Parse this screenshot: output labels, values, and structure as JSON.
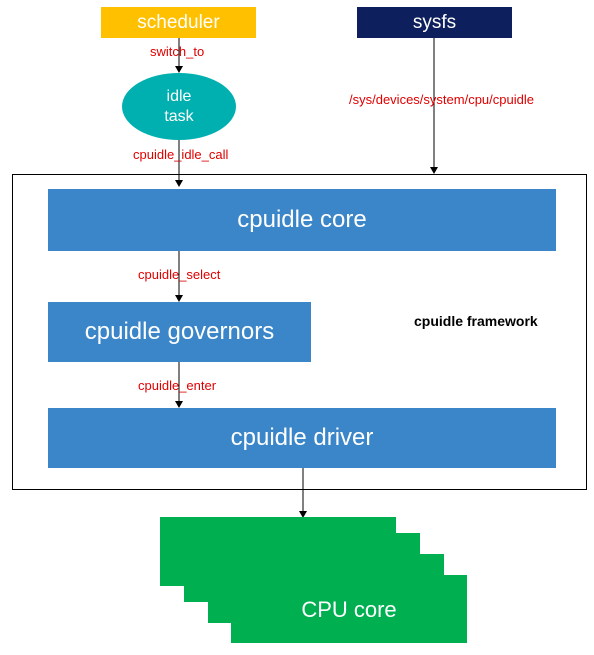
{
  "nodes": {
    "scheduler": "scheduler",
    "sysfs": "sysfs",
    "idle_task": "idle\ntask",
    "cpuidle_core": "cpuidle core",
    "cpuidle_governors": "cpuidle governors",
    "cpuidle_driver": "cpuidle driver",
    "cpu_core": "CPU core",
    "framework_label": "cpuidle framework"
  },
  "edges": {
    "switch_to": "switch_to",
    "cpuidle_idle_call": "cpuidle_idle_call",
    "sysfs_path": "/sys/devices/system/cpu/cpuidle",
    "cpuidle_select": "cpuidle_select",
    "cpuidle_enter": "cpuidle_enter"
  },
  "colors": {
    "scheduler": "#ffc000",
    "sysfs": "#0d1f5c",
    "idle_task": "#00b0b0",
    "framework_box": "#3a86c8",
    "cpu_core": "#00b050",
    "edge_label": "#e00000"
  }
}
